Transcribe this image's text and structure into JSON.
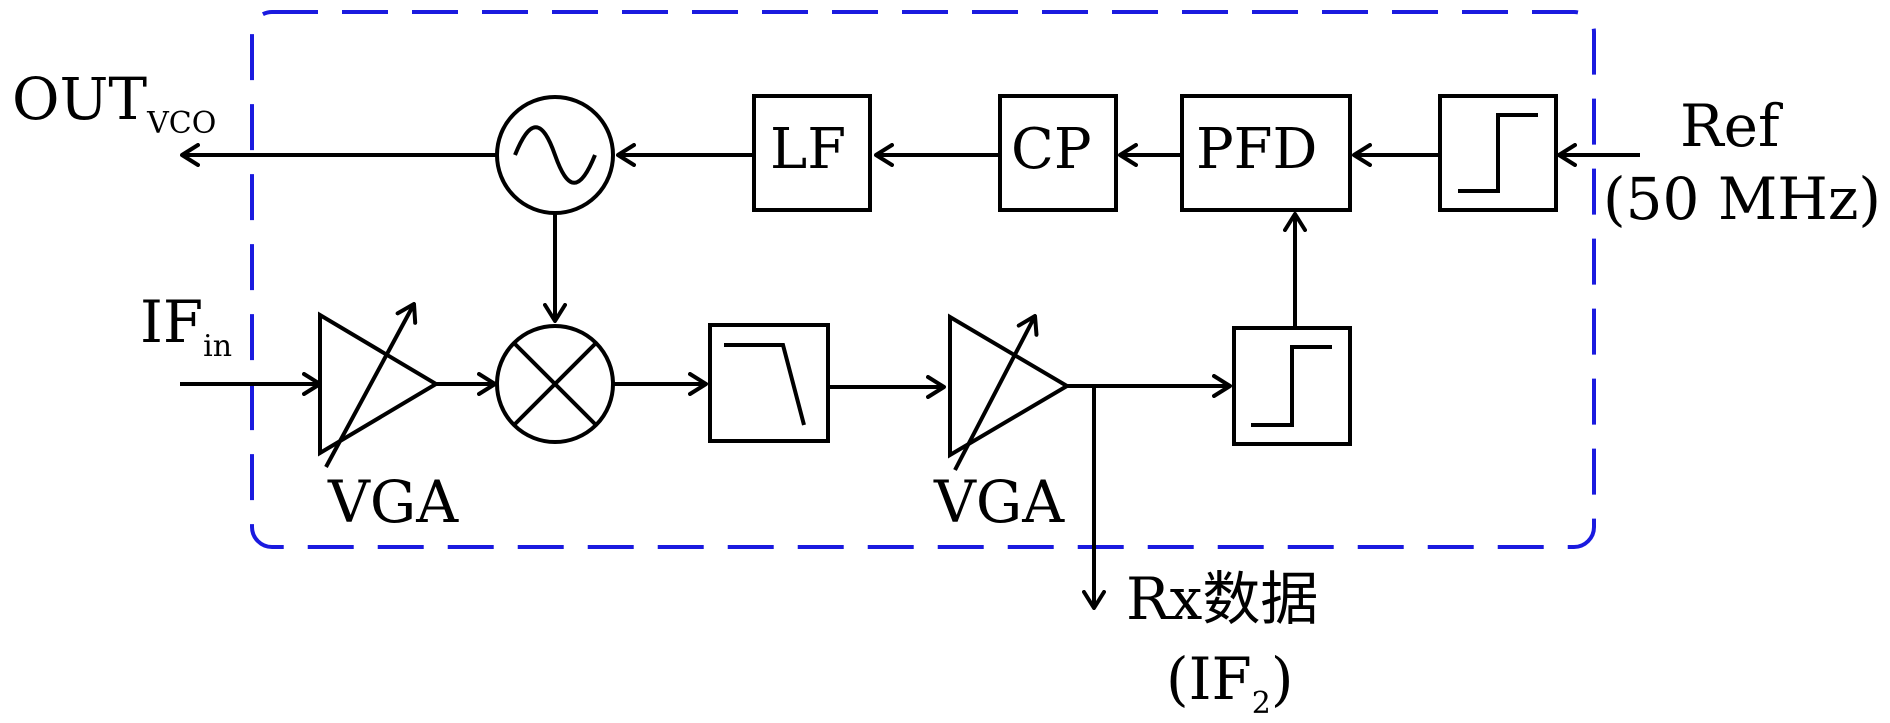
{
  "labels": {
    "out": "OUT",
    "out_sub": "VCO",
    "if_in": "IF",
    "if_in_sub": "in",
    "ref_line1": "Ref",
    "ref_line2": "(50 MHz)",
    "vga1": "VGA",
    "vga2": "VGA",
    "rx_line1": "Rx数据",
    "rx_line2_main": "(IF",
    "rx_line2_sub": "2",
    "rx_line2_close": ")"
  },
  "blocks": {
    "lf": "LF",
    "cp": "CP",
    "pfd": "PFD"
  },
  "colors": {
    "boundary": "#1a1adf",
    "line": "#000000"
  },
  "icons": {
    "vco": "sine-oscillator-icon",
    "mixer": "mixer-cross-icon",
    "lpf": "lowpass-filter-icon",
    "limiter": "step-limiter-icon",
    "vga": "variable-gain-amplifier-icon"
  }
}
